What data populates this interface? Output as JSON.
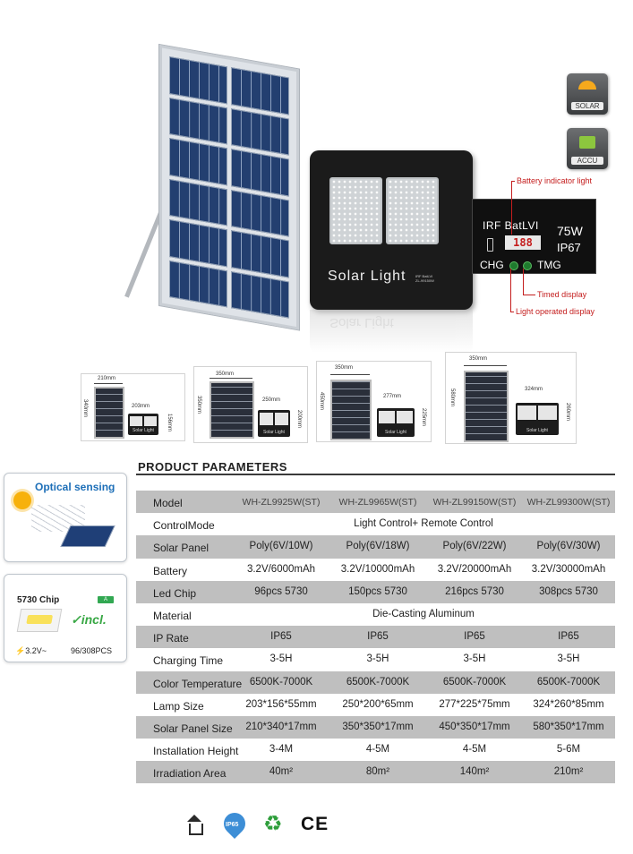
{
  "hero": {
    "light_label": "Solar Light",
    "light_model_line1": "IRF BatLVI",
    "light_model_line2": "ZL-99150W",
    "display": {
      "irf_bat": "IRF BatLVI",
      "digits": "188",
      "watt": "75W",
      "ip": "IP67",
      "chg": "CHG",
      "tmg": "TMG"
    },
    "callouts": {
      "battery": "Battery indicator light",
      "timed": "Timed display",
      "light_operated": "Light operated display"
    },
    "badges": {
      "solar": "SOLAR",
      "accu": "ACCU"
    }
  },
  "dimensions": [
    {
      "panel_w": "210mm",
      "panel_h": "340mm",
      "lamp_w": "203mm",
      "lamp_h": "156mm"
    },
    {
      "panel_w": "350mm",
      "panel_h": "350mm",
      "lamp_w": "250mm",
      "lamp_h": "200mm"
    },
    {
      "panel_w": "350mm",
      "panel_h": "450mm",
      "lamp_w": "277mm",
      "lamp_h": "225mm"
    },
    {
      "panel_w": "350mm",
      "panel_h": "580mm",
      "lamp_w": "324mm",
      "lamp_h": "260mm"
    }
  ],
  "mini_lamp_text": "Solar Light",
  "side": {
    "optical": "Optical sensing",
    "chip_title": "5730 Chip",
    "chip_badge": "A",
    "chip_incl": "incl.",
    "chip_check": "✓",
    "chip_voltage": "3.2V~",
    "chip_pcs": "96/308PCS"
  },
  "params": {
    "title": "PRODUCT PARAMETERS",
    "rows": [
      {
        "label": "Model",
        "values": [
          "WH-ZL9925W(ST)",
          "WH-ZL9965W(ST)",
          "WH-ZL99150W(ST)",
          "WH-ZL99300W(ST)"
        ]
      },
      {
        "label": "ControlMode",
        "span": "Light Control+ Remote Control"
      },
      {
        "label": "Solar Panel",
        "values": [
          "Poly(6V/10W)",
          "Poly(6V/18W)",
          "Poly(6V/22W)",
          "Poly(6V/30W)"
        ]
      },
      {
        "label": "Battery",
        "values": [
          "3.2V/6000mAh",
          "3.2V/10000mAh",
          "3.2V/20000mAh",
          "3.2V/30000mAh"
        ]
      },
      {
        "label": "Led Chip",
        "values": [
          "96pcs 5730",
          "150pcs 5730",
          "216pcs 5730",
          "308pcs 5730"
        ]
      },
      {
        "label": "Material",
        "span": "Die-Casting Aluminum"
      },
      {
        "label": "IP Rate",
        "values": [
          "IP65",
          "IP65",
          "IP65",
          "IP65"
        ]
      },
      {
        "label": "Charging Time",
        "values": [
          "3-5H",
          "3-5H",
          "3-5H",
          "3-5H"
        ]
      },
      {
        "label": "Color Temperature",
        "values": [
          "6500K-7000K",
          "6500K-7000K",
          "6500K-7000K",
          "6500K-7000K"
        ]
      },
      {
        "label": "Lamp Size",
        "values": [
          "203*156*55mm",
          "250*200*65mm",
          "277*225*75mm",
          "324*260*85mm"
        ]
      },
      {
        "label": "Solar Panel Size",
        "values": [
          "210*340*17mm",
          "350*350*17mm",
          "450*350*17mm",
          "580*350*17mm"
        ]
      },
      {
        "label": "Installation Height",
        "values": [
          "3-4M",
          "4-5M",
          "4-5M",
          "5-6M"
        ]
      },
      {
        "label": "Irradiation Area",
        "values": [
          "40m²",
          "80m²",
          "140m²",
          "210m²"
        ]
      }
    ]
  },
  "certs": {
    "ip": "IP65",
    "recycle": "♻",
    "ce": "CE"
  }
}
